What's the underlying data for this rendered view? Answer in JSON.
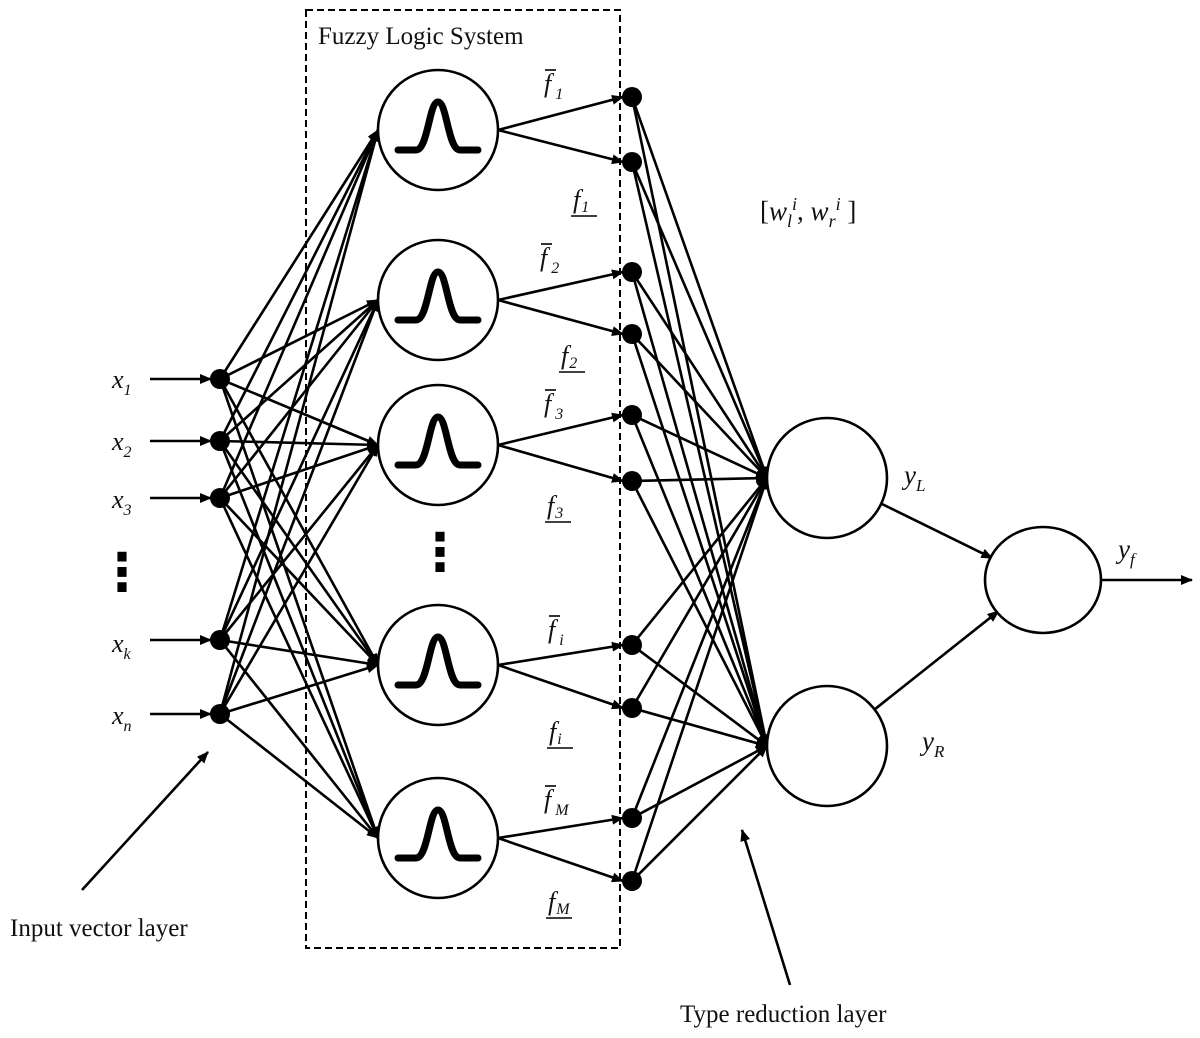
{
  "system_label": "Fuzzy Logic System",
  "inputs": [
    {
      "id": "x1",
      "base": "x",
      "sub": "1"
    },
    {
      "id": "x2",
      "base": "x",
      "sub": "2"
    },
    {
      "id": "x3",
      "base": "x",
      "sub": "3"
    },
    {
      "id": "xk",
      "base": "x",
      "sub": "k"
    },
    {
      "id": "xn",
      "base": "x",
      "sub": "n"
    }
  ],
  "rules": [
    "1",
    "2",
    "3",
    "i",
    "M"
  ],
  "firing_upper_symbol": "f",
  "firing_lower_symbol": "f",
  "weights_label": {
    "open": "[",
    "w": "w",
    "sub_l": "l",
    "sup": "i",
    "sep": ", ",
    "sub_r": "r",
    "close": " ]"
  },
  "outputs": {
    "left": {
      "base": "y",
      "sub": "L"
    },
    "right": {
      "base": "y",
      "sub": "R"
    },
    "final": {
      "base": "y",
      "sub": "f"
    }
  },
  "annotations": {
    "input_layer": "Input vector layer",
    "type_reduction_layer": "Type reduction layer"
  },
  "ellipsis": "⋮"
}
